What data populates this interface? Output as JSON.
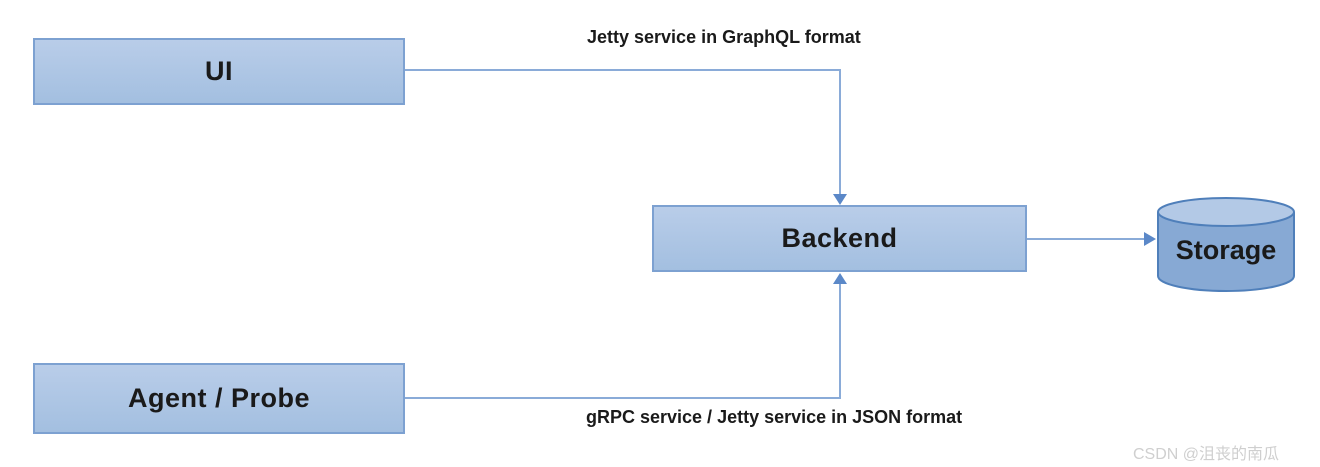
{
  "diagram": {
    "nodes": {
      "ui": {
        "label": "UI"
      },
      "agent": {
        "label": "Agent / Probe"
      },
      "backend": {
        "label": "Backend"
      },
      "storage": {
        "label": "Storage"
      }
    },
    "edges": {
      "ui_to_backend": {
        "label": "Jetty service in GraphQL format"
      },
      "agent_to_backend": {
        "label": "gRPC service / Jetty service in JSON format"
      }
    },
    "colors": {
      "node_fill_top": "#b9cde9",
      "node_fill_bottom": "#a3bfe0",
      "node_border": "#7da1d1",
      "connector": "#8aabd8",
      "arrowhead": "#5b88c8",
      "cylinder_body": "#87a9d4",
      "cylinder_top": "#b3c9e6",
      "cylinder_border": "#4f7fba"
    }
  },
  "watermark": {
    "text": "CSDN @沮丧的南瓜"
  }
}
